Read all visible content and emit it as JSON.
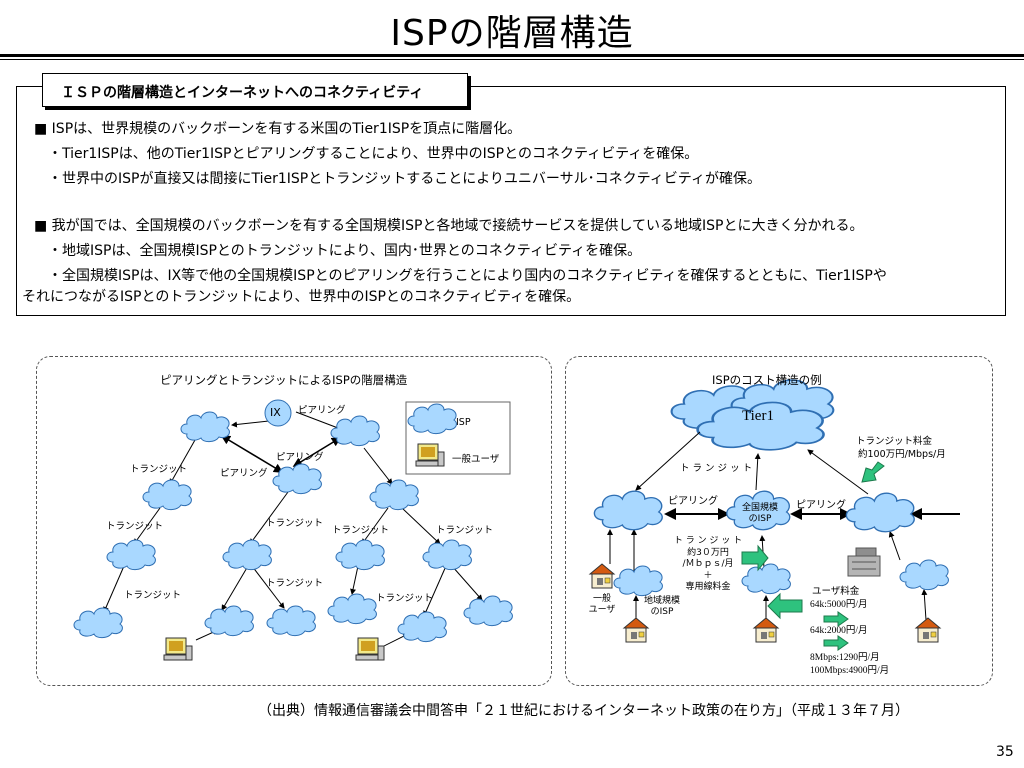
{
  "title": "ISPの階層構造",
  "box_header": "ＩＳＰの階層構造とインターネットへのコネクティビティ",
  "lines": [
    "■ ISPは、世界規模のバックボーンを有する米国のTier1ISPを頂点に階層化。",
    "・Tier1ISPは、他のTier1ISPとピアリングすることにより、世界中のISPとのコネクティビティを確保。",
    "・世界中のISPが直接又は間接にTier1ISPとトランジットすることによりユニバーサル･コネクティビティが確保。",
    "■ 我が国では、全国規模のバックボーンを有する全国規模ISPと各地域で接続サービスを提供している地域ISPとに大きく分かれる。",
    "・地域ISPは、全国規模ISPとのトランジットにより、国内･世界とのコネクティビティを確保。",
    "・全国規模ISPは、IX等で他の全国規模ISPとのピアリングを行うことにより国内のコネクティビティを確保するとともに、Tier1ISPや",
    "それにつながるISPとのトランジットにより、世界中のISPとのコネクティビティを確保。"
  ],
  "left_diagram": {
    "title": "ピアリングとトランジットによるISPの階層構造",
    "ix": "IX",
    "peering": "ピアリング",
    "transit": "トランジット",
    "legend_isp": "ISP",
    "legend_user": "一般ユーザ"
  },
  "right_diagram": {
    "title": "ISPのコスト構造の例",
    "tier1": "Tier1",
    "transit_fee": "トランジット料金",
    "transit_fee_value": "約100万円/Mbps/月",
    "transit": "ト ラ ン ジ ッ ト",
    "peering": "ピアリング",
    "national_isp_l1": "全国規模",
    "national_isp_l2": "のISP",
    "transit2_l1": "ト ラ ン ジ ッ ト",
    "transit2_l2": "約3０万円",
    "transit2_l3": "/Ｍｂｐｓ/月",
    "transit2_l4": "＋",
    "transit2_l5": "専用線料金",
    "user_l1": "一般",
    "user_l2": "ユーザ",
    "regional_l1": "地域規模",
    "regional_l2": "のISP",
    "user_fee": "ユーザ料金",
    "fee1": "64k:5000円/月",
    "fee2": "64k:2000円/月",
    "fee3": "8Mbps:1290円/月",
    "fee4": "100Mbps:4900円/月"
  },
  "source": "（出典）情報通信審議会中間答申「２１世紀におけるインターネット政策の在り方」（平成１３年７月）",
  "page": "35",
  "colors": {
    "cloud": "#a9d8ff",
    "cloud_stroke": "#2f6fb3",
    "arrow_green": "#2ec27e"
  }
}
